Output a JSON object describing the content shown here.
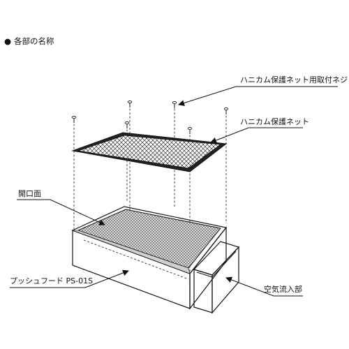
{
  "title": "各部の名称",
  "bullet": "●",
  "labels": {
    "screw": "ハニカム保護ネット用取付ネジ",
    "net": "ハニカム保護ネット",
    "opening": "開口面",
    "hood": "プッシュフード PS-01S",
    "inlet": "空気流入部"
  }
}
